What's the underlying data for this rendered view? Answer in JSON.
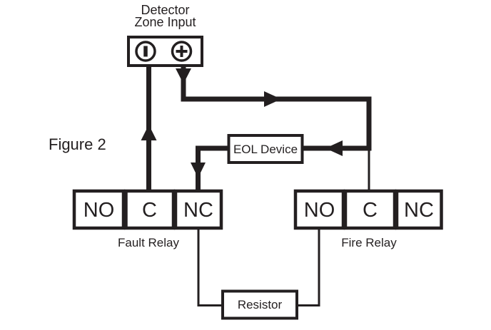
{
  "figure": {
    "caption": "Figure 2"
  },
  "detector": {
    "label_line1": "Detector",
    "label_line2": "Zone Input",
    "negative_terminal_icon": "minus-in-circle",
    "positive_terminal_icon": "plus-in-circle"
  },
  "eol_device": {
    "label": "EOL Device"
  },
  "fault_relay": {
    "label": "Fault Relay",
    "terminals": [
      "NO",
      "C",
      "NC"
    ]
  },
  "fire_relay": {
    "label": "Fire Relay",
    "terminals": [
      "NO",
      "C",
      "NC"
    ]
  },
  "resistor": {
    "label": "Resistor"
  },
  "colors": {
    "ink": "#231f20",
    "background": "#ffffff"
  }
}
